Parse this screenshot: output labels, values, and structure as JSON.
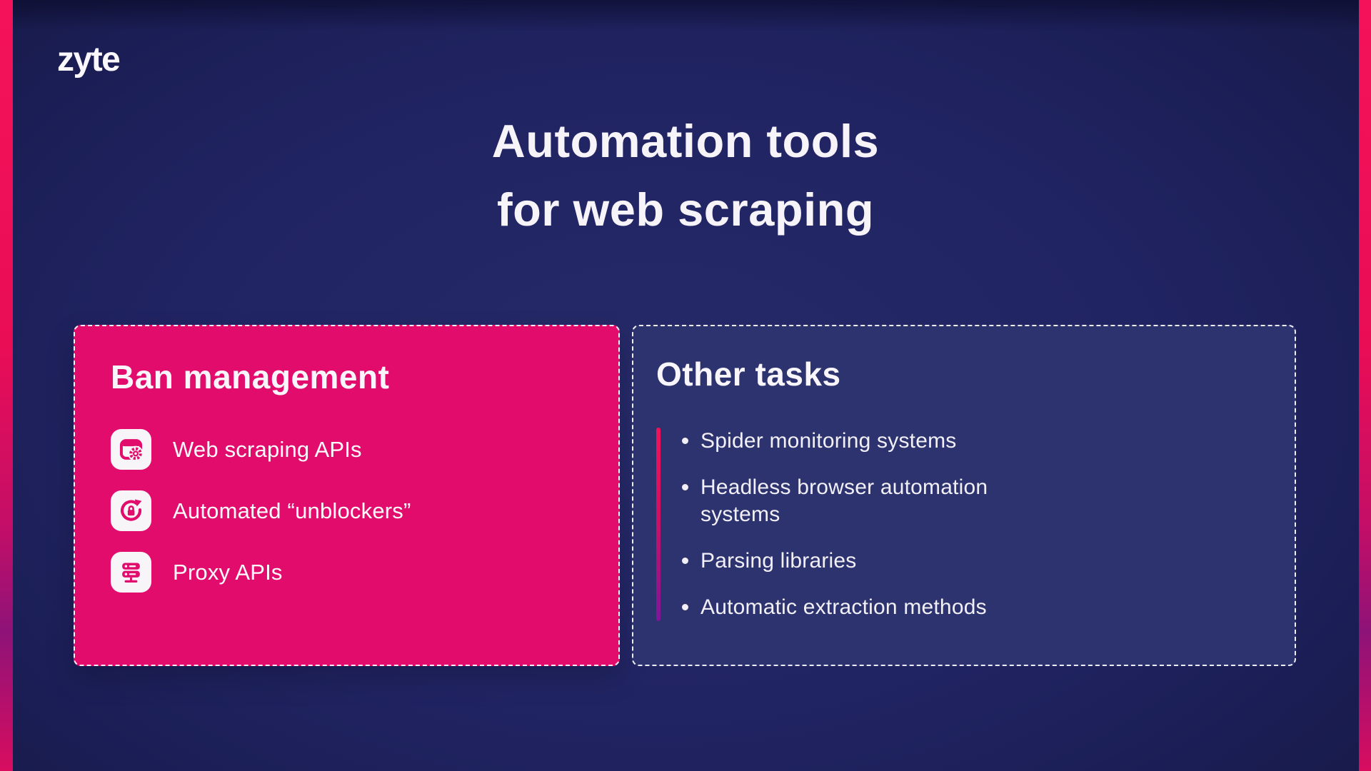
{
  "logo": {
    "text": "zyte"
  },
  "title": {
    "line1": "Automation tools",
    "line2": "for web scraping"
  },
  "ban_card": {
    "title": "Ban management",
    "items": [
      {
        "icon": "web-scraping-api-icon",
        "label": "Web scraping APIs"
      },
      {
        "icon": "unblocker-refresh-lock-icon",
        "label": "Automated “unblockers”"
      },
      {
        "icon": "proxy-server-icon",
        "label": "Proxy APIs"
      }
    ]
  },
  "other_card": {
    "title": "Other tasks",
    "items": [
      {
        "label": "Spider monitoring systems"
      },
      {
        "label": "Headless browser automation systems"
      },
      {
        "label": "Parsing libraries"
      },
      {
        "label": "Automatic extraction methods"
      }
    ]
  },
  "colors": {
    "background_navy": "#1E2160",
    "accent_pink_stripe": "#E90D56",
    "ban_card_bg": "#E20C6D",
    "other_card_bg": "#2D336E",
    "gradient_bar_top": "#F2125A",
    "gradient_bar_bottom": "#7E169B",
    "text": "#F6F4F8"
  }
}
